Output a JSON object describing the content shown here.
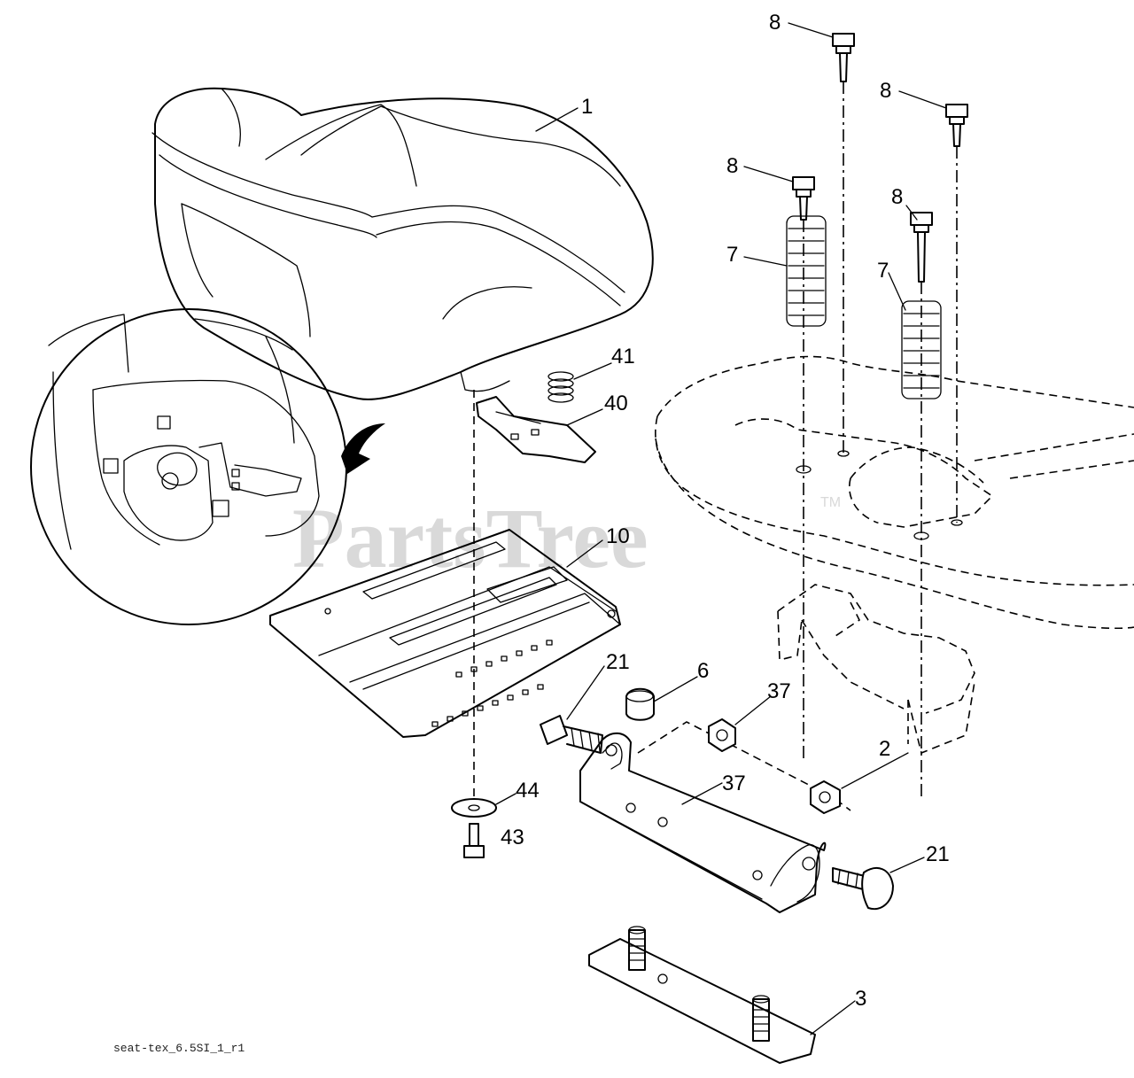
{
  "watermark": {
    "brand": "PartsTree",
    "trademark": "TM"
  },
  "footer": {
    "drawing_code": "seat-tex_6.5SI_1_r1"
  },
  "callouts": [
    {
      "id": "c1",
      "text": "1"
    },
    {
      "id": "c8a",
      "text": "8"
    },
    {
      "id": "c8b",
      "text": "8"
    },
    {
      "id": "c8c",
      "text": "8"
    },
    {
      "id": "c8d",
      "text": "8"
    },
    {
      "id": "c7a",
      "text": "7"
    },
    {
      "id": "c7b",
      "text": "7"
    },
    {
      "id": "c41",
      "text": "41"
    },
    {
      "id": "c40",
      "text": "40"
    },
    {
      "id": "c10",
      "text": "10"
    },
    {
      "id": "c21a",
      "text": "21"
    },
    {
      "id": "c6",
      "text": "6"
    },
    {
      "id": "c37a",
      "text": "37"
    },
    {
      "id": "c37b",
      "text": "37"
    },
    {
      "id": "c2",
      "text": "2"
    },
    {
      "id": "c44",
      "text": "44"
    },
    {
      "id": "c43",
      "text": "43"
    },
    {
      "id": "c21b",
      "text": "21"
    },
    {
      "id": "c3",
      "text": "3"
    }
  ]
}
